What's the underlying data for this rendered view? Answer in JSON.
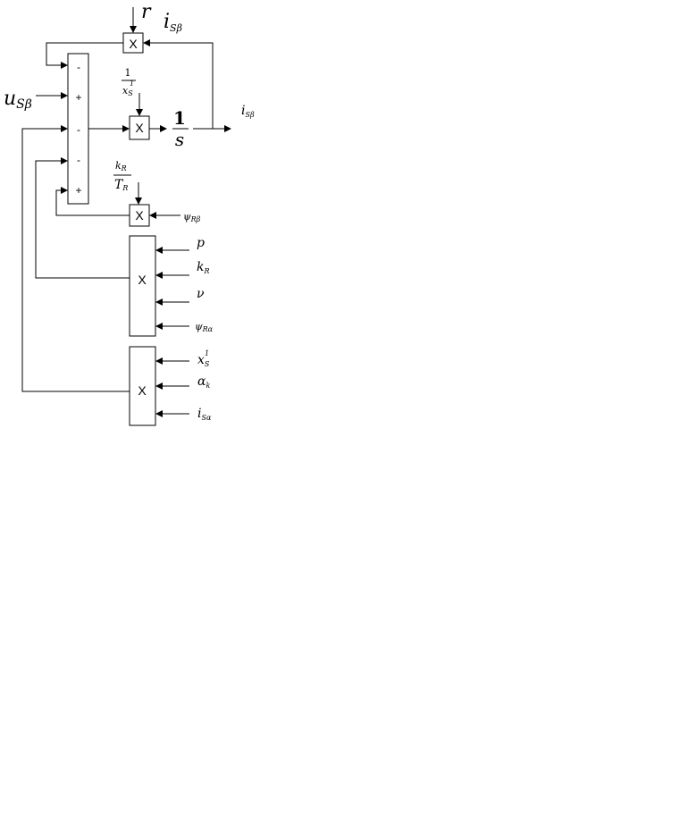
{
  "summator_signs": [
    "-",
    "+",
    "-",
    "-",
    "+"
  ],
  "multiplier_label": "X",
  "integrator": {
    "numerator": "1",
    "denominator": "s"
  },
  "labels": {
    "r": "r",
    "i_s_beta_feedback": {
      "base": "i",
      "sub": "Sβ"
    },
    "u_s_beta": {
      "base": "u",
      "sub": "Sβ"
    },
    "one_over_xs": {
      "num": "1",
      "base": "x",
      "sub": "S",
      "sup": "1"
    },
    "i_s_beta_output": {
      "base": "i",
      "sub": "Sβ"
    },
    "kr_over_tr": {
      "num_base": "k",
      "num_sub": "R",
      "den_base": "T",
      "den_sub": "R"
    },
    "psi_r_beta": {
      "base": "ψ",
      "sub": "Rβ"
    },
    "p": "p",
    "k_r": {
      "base": "k",
      "sub": "R"
    },
    "nu": "ν",
    "psi_r_alpha": {
      "base": "ψ",
      "sub": "Rα"
    },
    "x_s1": {
      "base": "x",
      "sub": "S",
      "sup": "1"
    },
    "alpha_k": {
      "base": "α",
      "sub": "k"
    },
    "i_s_alpha": {
      "base": "i",
      "sub": "Sα"
    }
  }
}
